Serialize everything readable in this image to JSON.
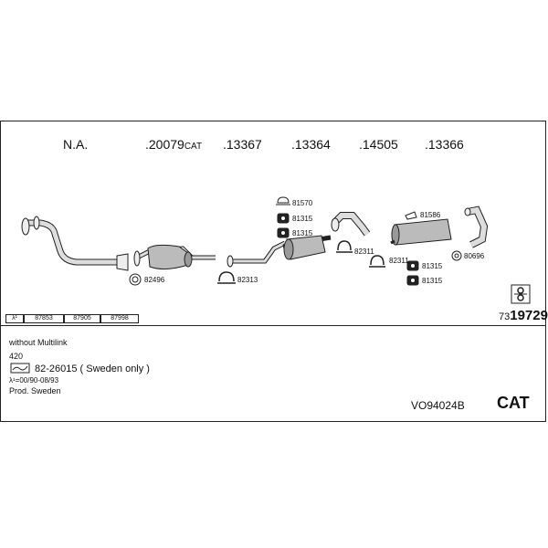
{
  "headers": [
    {
      "main": "N.A.",
      "suffix": ""
    },
    {
      "main": ".20079",
      "suffix": "CAT"
    },
    {
      "main": ".13367",
      "suffix": ""
    },
    {
      "main": ".13364",
      "suffix": ""
    },
    {
      "main": ".14505",
      "suffix": ""
    },
    {
      "main": ".13366",
      "suffix": ""
    }
  ],
  "parts": {
    "p82496": "82496",
    "p82313": "82313",
    "p81570": "81570",
    "p81315a": "81315",
    "p81315b": "81315",
    "p82311a": "82311",
    "p81586": "81586",
    "p82311b": "82311",
    "p80696": "80696",
    "p81315c": "81315",
    "p81315d": "81315"
  },
  "codes": {
    "lambda": "λ¹",
    "c1": "87853",
    "c2": "87905",
    "c3": "87998"
  },
  "ref": {
    "prefix": "73",
    "main": "19729"
  },
  "info": {
    "line1": "without Multilink",
    "line2": "420",
    "spec": "82-26015 ( Sweden only )",
    "date": "λ¹=00/90-08/93",
    "prod": "Prod. Sweden",
    "code": "VO94024B",
    "cat": "CAT"
  }
}
